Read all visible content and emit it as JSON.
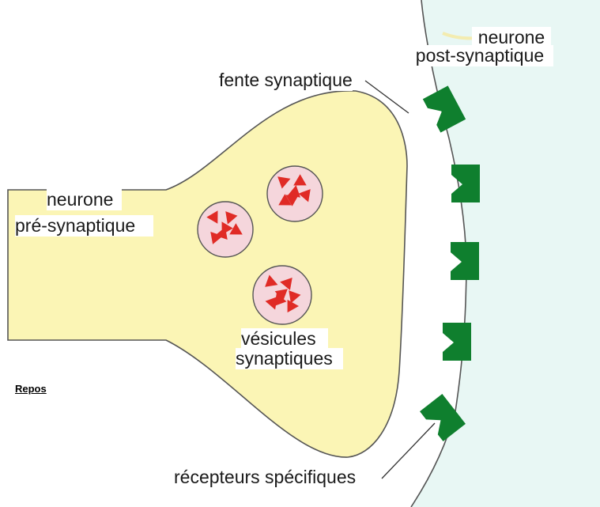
{
  "labels": {
    "post_neuron": [
      "neurone",
      "post-synaptique"
    ],
    "cleft": "fente synaptique",
    "pre_neuron": [
      "neurone",
      "pré-synaptique"
    ],
    "vesicles": [
      "vésicules",
      "synaptiques"
    ],
    "receptors": "récepteurs spécifiques",
    "state": "Repos"
  },
  "colors": {
    "pre_neuron_fill": "#fbf5b5",
    "post_neuron_fill": "#e8f7f4",
    "vesicle_fill": "#f5d6dc",
    "neurotransmitter": "#e02b26",
    "receptor": "#0f7f2e",
    "outline": "#555555"
  },
  "counts": {
    "vesicles": 3,
    "receptors": 5
  }
}
